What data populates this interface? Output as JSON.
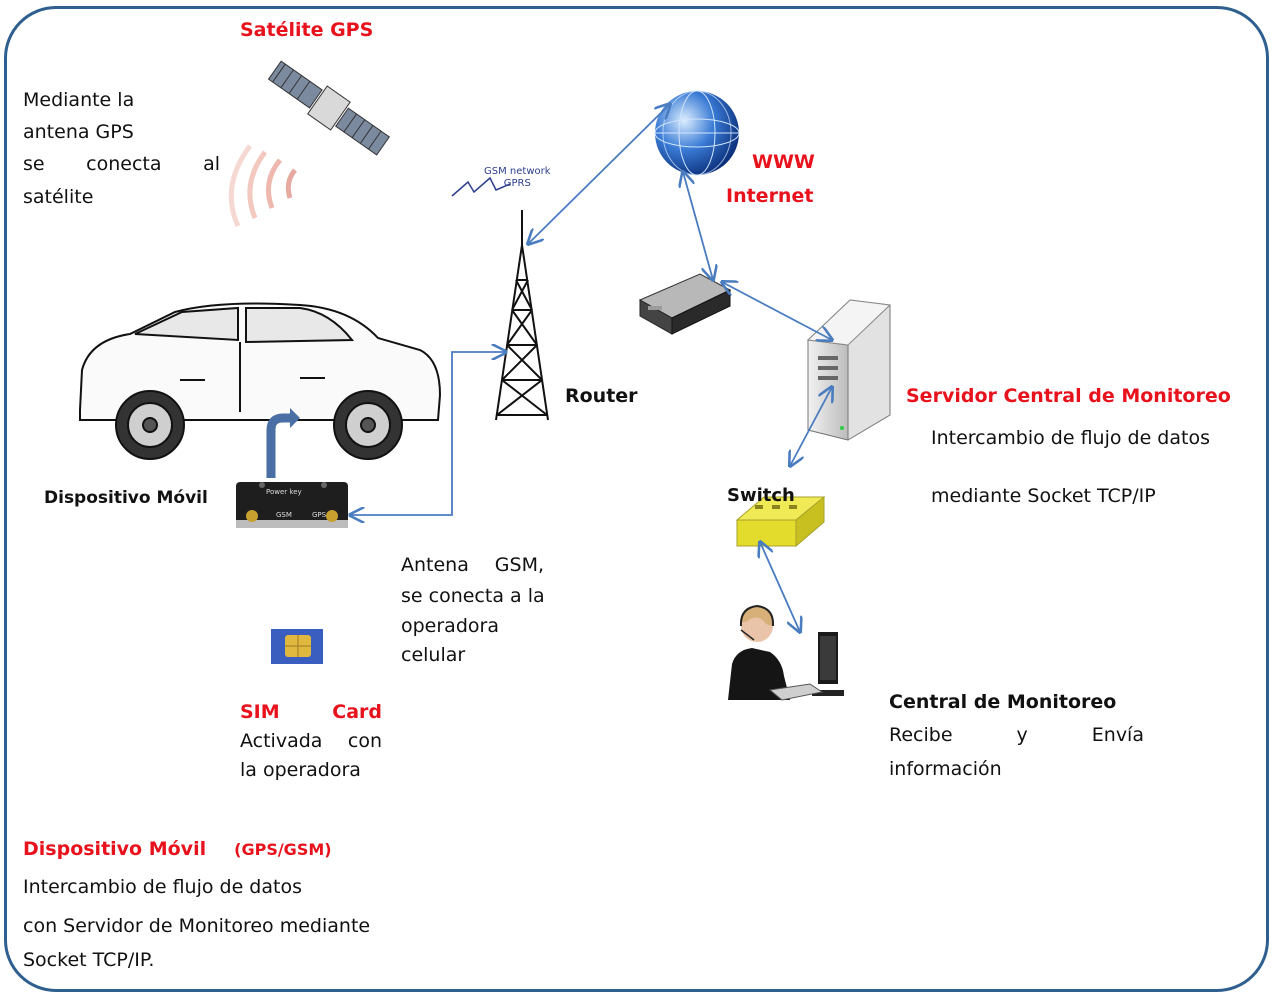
{
  "satellite": {
    "title": "Satélite GPS",
    "desc_line1": "Mediante la",
    "desc_line2": "antena GPS",
    "desc_line3_a": "se",
    "desc_line3_b": "conecta",
    "desc_line3_c": "al",
    "desc_line4": "satélite"
  },
  "tower": {
    "label_line1": "GSM network",
    "label_line2": "GPRS",
    "router_label": "Router"
  },
  "internet": {
    "line1": "WWW",
    "line2": "Internet"
  },
  "server": {
    "title": "Servidor Central de Monitoreo",
    "desc_line1": "Intercambio de flujo de datos",
    "desc_line2": "mediante Socket TCP/IP"
  },
  "switch": {
    "label": "Switch"
  },
  "vehicle_device": {
    "label": "Dispositivo Móvil",
    "port_power": "Power key",
    "port_gsm": "GSM",
    "port_gps": "GPS"
  },
  "antenna_gsm": {
    "line1_a": "Antena",
    "line1_b": "GSM,",
    "line2": "se conecta a la",
    "line3": "operadora",
    "line4": "celular"
  },
  "sim": {
    "title_a": "SIM",
    "title_b": "Card",
    "line2_a": "Activada",
    "line2_b": "con",
    "line3": "la operadora"
  },
  "central": {
    "title": "Central de Monitoreo",
    "line2_a": "Recibe",
    "line2_b": "y",
    "line2_c": "Envía",
    "line3": "información"
  },
  "mobile_summary": {
    "title": "Dispositivo Móvil",
    "title_suffix": "(GPS/GSM)",
    "line1": "Intercambio de flujo de datos",
    "line2": "con Servidor de Monitoreo mediante",
    "line3": "Socket TCP/IP."
  },
  "colors": {
    "accent_red": "#e8121d",
    "arrow_blue": "#4a7cc0",
    "frame_blue": "#2f5f8f"
  }
}
